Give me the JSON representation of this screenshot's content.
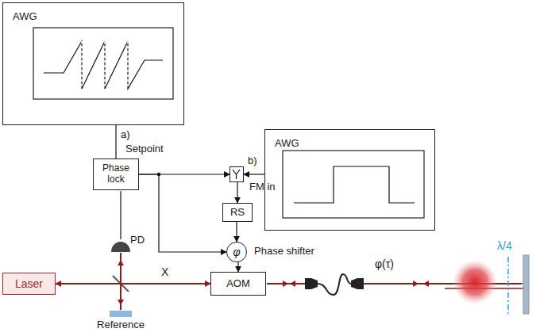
{
  "diagram": {
    "nodes": [
      {
        "text": [
          "AWG"
        ]
      },
      {
        "text": [
          "Phase lock"
        ]
      },
      {
        "text": [
          "FM in"
        ]
      },
      {
        "text": [
          "AWG"
        ]
      },
      {
        "text": [
          "RS"
        ]
      },
      {
        "text": [
          "φ",
          "Phase shifter"
        ]
      },
      {
        "text": [
          "Laser"
        ]
      },
      {
        "text": [
          "AOM"
        ]
      },
      {
        "text": [
          "Reference"
        ]
      }
    ],
    "edges": [
      {
        "from": 0,
        "to": 1,
        "arrow": "none"
      },
      {
        "from": 1,
        "to": 2,
        "arrow": "to"
      },
      {
        "from": 3,
        "to": 2,
        "arrow": "to"
      },
      {
        "from": 2,
        "to": 4,
        "arrow": "to"
      },
      {
        "from": 4,
        "to": 5,
        "arrow": "to"
      },
      {
        "from": 1,
        "to": 5,
        "arrow": "to"
      },
      {
        "from": 5,
        "to": 7,
        "arrow": "to"
      },
      {
        "from": 6,
        "to": 7,
        "arrow": "both"
      }
    ],
    "labels": [
      "a)",
      "Setpoint",
      "b)",
      "PD",
      "X",
      "φ(τ)",
      "λ/4"
    ]
  }
}
